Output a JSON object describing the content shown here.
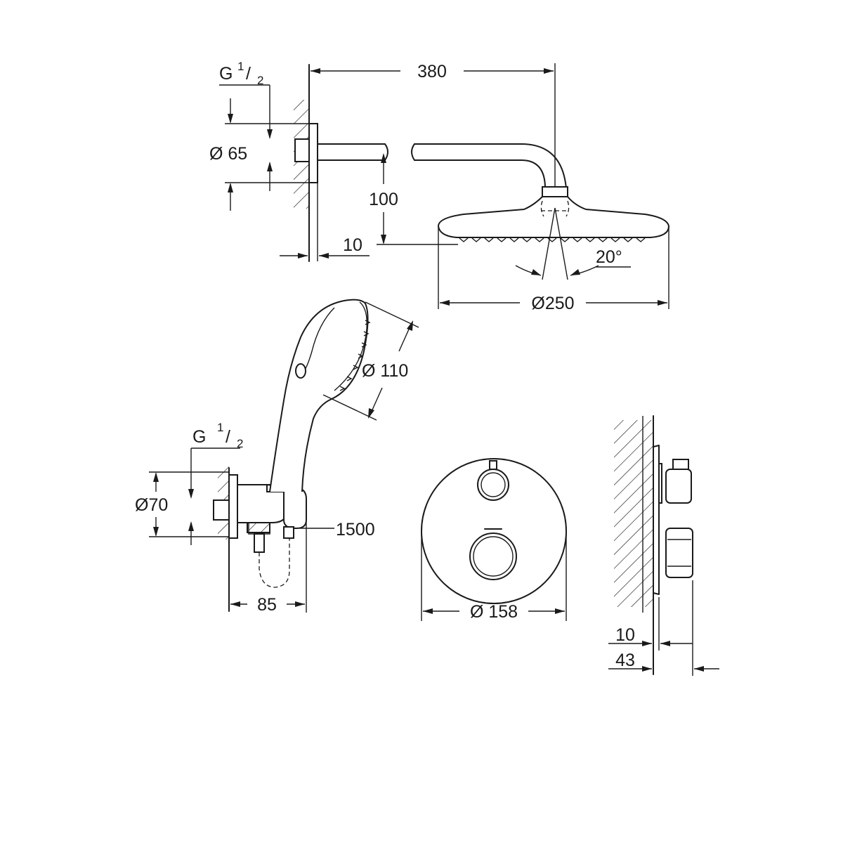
{
  "overhead_shower": {
    "thread": {
      "main": "G",
      "sup": "1",
      "slash": "/",
      "sub": "2"
    },
    "flange_diameter": "Ø 65",
    "arm_projection": "380",
    "arm_drop": "100",
    "wall_offset": "10",
    "spray_angle": "20°",
    "head_diameter": "Ø250"
  },
  "hand_shower": {
    "thread": {
      "main": "G",
      "sup": "1",
      "slash": "/",
      "sub": "2"
    },
    "elbow_diameter": "Ø70",
    "hose_length": "1500",
    "projection": "85",
    "head_diameter": "Ø 110"
  },
  "thermostat": {
    "plate_diameter": "Ø 158",
    "wall_offset": "10",
    "projection": "43"
  }
}
